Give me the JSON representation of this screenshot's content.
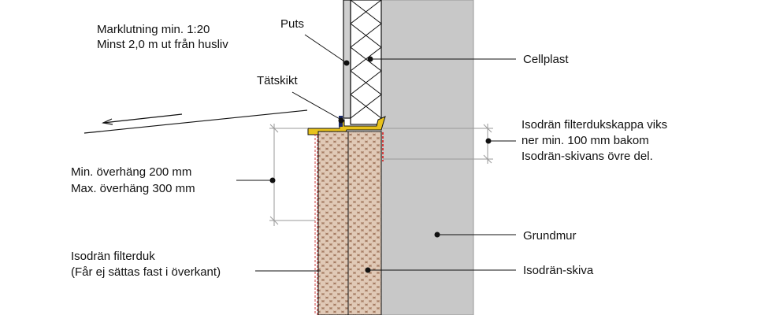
{
  "labels": {
    "marklutning_line1": "Marklutning min. 1:20",
    "marklutning_line2": "Minst 2,0 m ut från husliv",
    "puts": "Puts",
    "tatskikt": "Tätskikt",
    "cellplast": "Cellplast",
    "kappa_line1": "Isodrän filterdukskappa viks",
    "kappa_line2": "ner min. 100 mm bakom",
    "kappa_line3": "Isodrän-skivans övre del.",
    "overhang_line1": "Min. överhäng 200 mm",
    "overhang_line2": "Max. överhäng 300 mm",
    "grundmur": "Grundmur",
    "filterduk_line1": "Isodrän filterduk",
    "filterduk_line2": "(Får ej sättas fast i överkant)",
    "skiva": "Isodrän-skiva"
  },
  "colors": {
    "concrete": "#c8c8c8",
    "isodran_board": "#a57c63",
    "isodran_cell": "#e0c9b6",
    "membrane": "#e8c21c",
    "filter_fabric": "#d23c3c",
    "render": "#cfcfcf",
    "line": "#111111",
    "dimension": "#9a9a9a"
  }
}
